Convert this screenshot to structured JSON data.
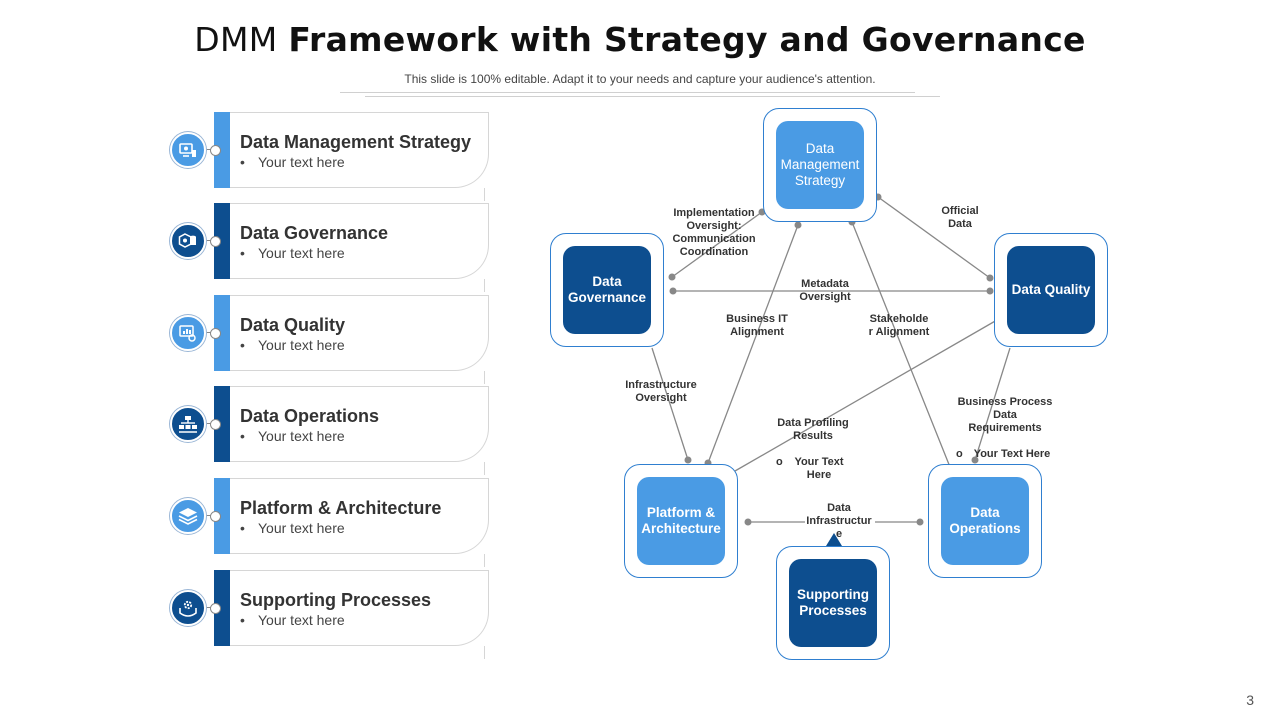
{
  "slide": {
    "title_light": "DMM ",
    "title_bold": "Framework with Strategy and Governance",
    "subtitle": "This slide is 100% editable. Adapt it to your needs and capture your audience's attention.",
    "page_number": "3"
  },
  "list": [
    {
      "heading": "Data Management Strategy",
      "bullet": "Your text here",
      "icon": "strategy-icon",
      "tab_color": "#4a9be4"
    },
    {
      "heading": "Data Governance",
      "bullet": "Your text here",
      "icon": "governance-icon",
      "tab_color": "#0d4e8f"
    },
    {
      "heading": "Data Quality",
      "bullet": "Your text here",
      "icon": "quality-icon",
      "tab_color": "#4a9be4"
    },
    {
      "heading": "Data Operations",
      "bullet": "Your text here",
      "icon": "operations-icon",
      "tab_color": "#0d4e8f"
    },
    {
      "heading": "Platform & Architecture",
      "bullet": "Your text here",
      "icon": "layers-icon",
      "tab_color": "#4a9be4"
    },
    {
      "heading": "Supporting Processes",
      "bullet": "Your text here",
      "icon": "hand-gear-icon",
      "tab_color": "#0d4e8f"
    }
  ],
  "nodes": {
    "strategy": "Data Management Strategy",
    "governance": "Data Governance",
    "quality": "Data Quality",
    "platform": "Platform & Architecture",
    "operations": "Data Operations",
    "supporting": "Supporting Processes"
  },
  "edges": {
    "implementation": "Implementation\nOversight:\nCommunication\nCoordination",
    "official": "Official\nData",
    "metadata": "Metadata\nOversight",
    "business_it": "Business IT\nAlignment",
    "stakeholder": "Stakeholde\nr Alignment",
    "infrastructure": "Infrastructure\nOversight",
    "profiling": "Data Profiling\nResults",
    "profiling_sub": "Your Text\nHere",
    "business_process": "Business Process\nData\nRequirements",
    "business_process_sub": "Your Text Here",
    "data_infra": "Data\nInfrastructur\ne"
  },
  "colors": {
    "dark": "#0d4e8f",
    "light": "#4a9be4",
    "border": "#2f7fd0"
  }
}
